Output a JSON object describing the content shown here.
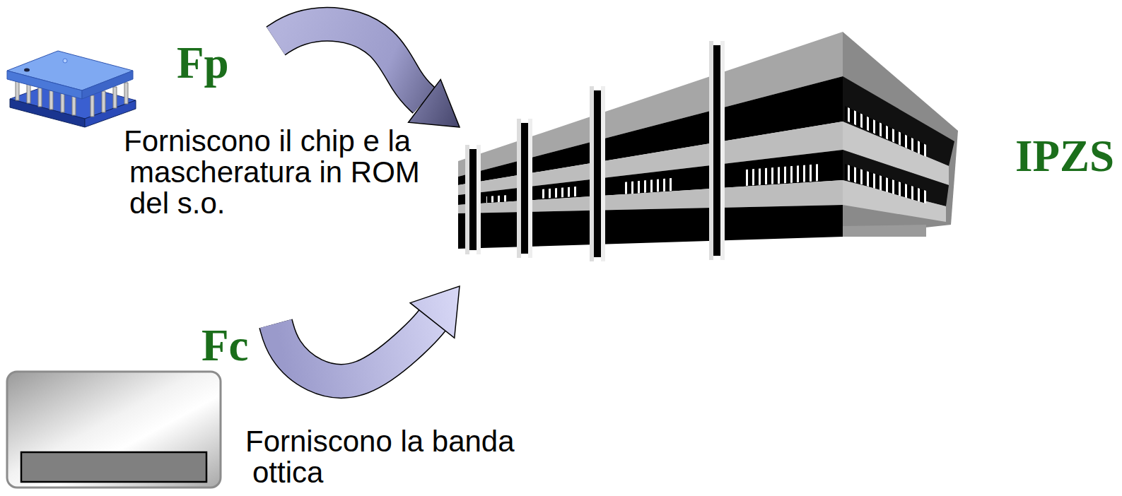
{
  "diagram": {
    "nodes": [
      {
        "text": [
          "Fp",
          "Forniscono il chip e la mascheratura in ROM del s.o."
        ]
      },
      {
        "text": [
          "IPZS"
        ]
      },
      {
        "text": [
          "Fc",
          "Forniscono la banda ottica"
        ]
      }
    ],
    "edges": [
      {
        "from": 0,
        "to": 1,
        "arrow": "to"
      },
      {
        "from": 2,
        "to": 1,
        "arrow": "to"
      }
    ]
  }
}
